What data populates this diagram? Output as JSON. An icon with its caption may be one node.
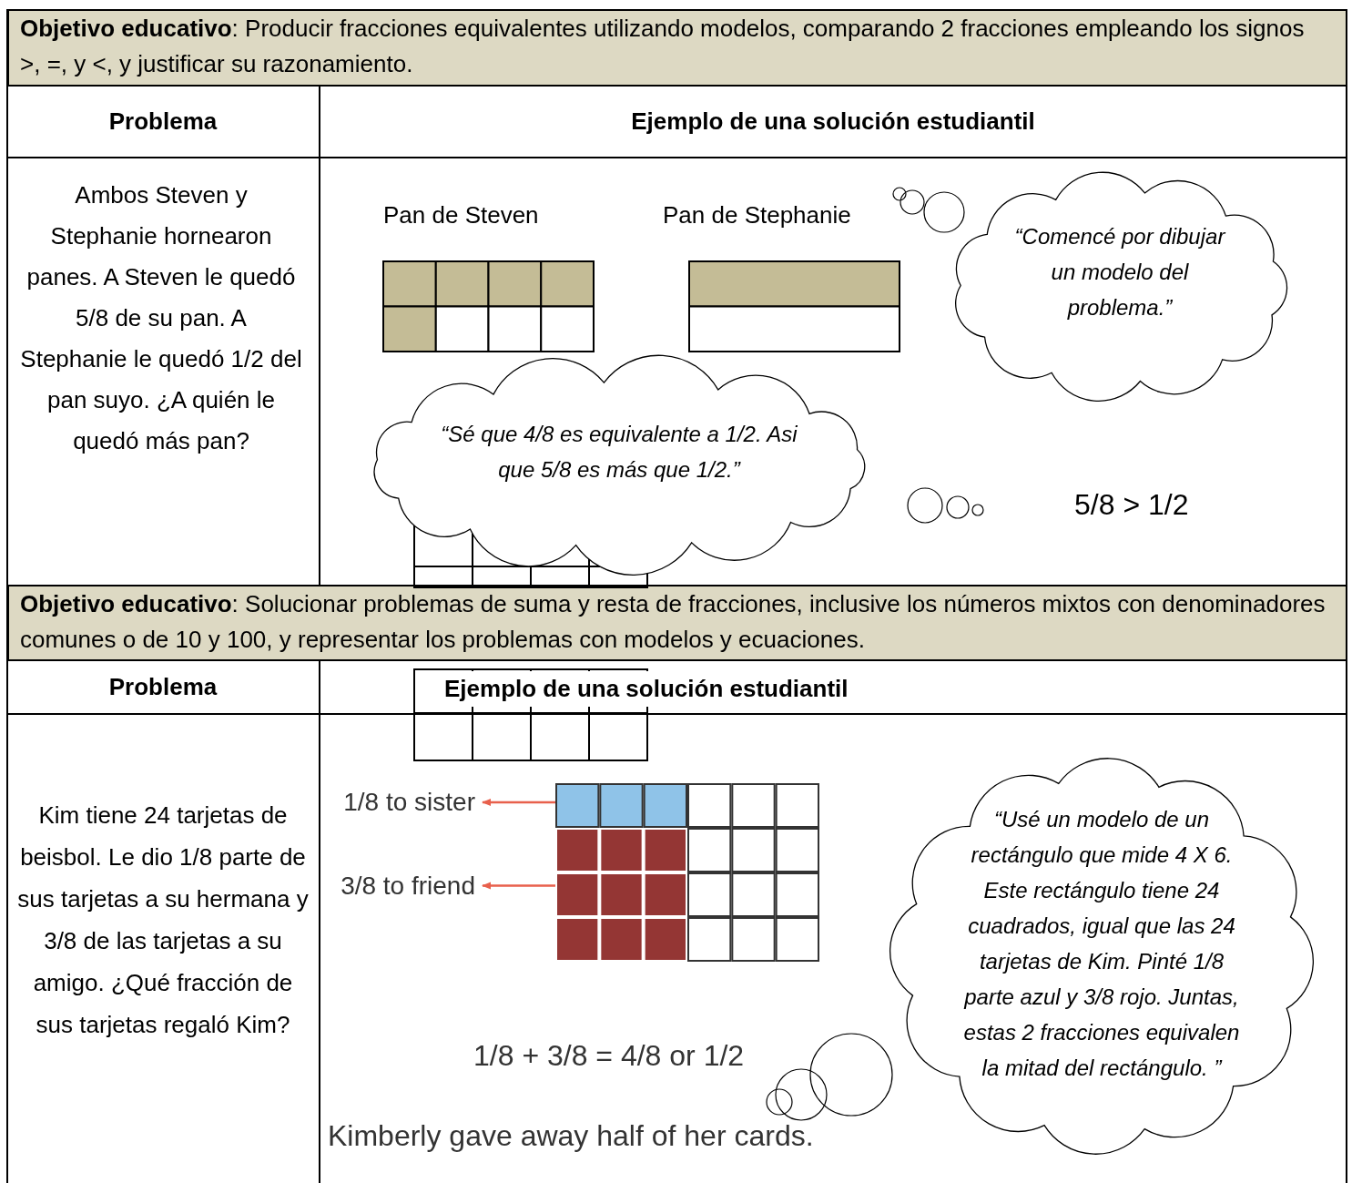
{
  "diagram": {
    "nodes": [
      {
        "text": [
          "“Comencé por dibujar un modelo del problema.”"
        ]
      },
      {
        "text": [
          "“Sé que 4/8 es equivalente a 1/2.  Asi que 5/8 es más que 1/2.”"
        ]
      },
      {
        "text": [
          "1/8 to sister"
        ]
      },
      {
        "text": [
          "3/8 to friend"
        ]
      },
      {
        "text": [],
        "shape": "grid"
      },
      {
        "text": [
          "“Usé un modelo de un rectángulo que mide 4 X 6. Este rectángulo tiene 24 cuadrados, igual que las 24 tarjetas de Kim. Pinté 1/8 parte azul y 3/8 rojo. Juntas, estas 2 fracciones equivalen la mitad del rectángulo. ”"
        ]
      }
    ],
    "edges": [
      {
        "from": 4,
        "to": 2,
        "arrow": "to",
        "color": "#e8604c"
      },
      {
        "from": 4,
        "to": 3,
        "arrow": "to",
        "color": "#e8604c"
      }
    ],
    "labels": [
      "**Objetivo educativo**: Producir fracciones equivalentes utilizando modelos, comparando 2 fracciones empleando los signos  >, =, y <, y justificar su razonamiento.",
      "Problema",
      "Ejemplo de una solución estudiantil",
      "Ambos Steven y Stephanie hornearon panes. A Steven le quedó 5/8 de su pan.  A Stephanie le quedó 1/2 del pan suyo. ¿A quién le quedó más pan?",
      "Pan de Steven",
      "Pan de Stephanie",
      "5/8 > 1/2",
      "**Objetivo educativo**: Solucionar problemas de suma y resta de fracciones, inclusive los números mixtos con denominadores comunes o de 10 y 100, y representar los problemas con modelos y ecuaciones.",
      "Problema",
      "Ejemplo de una solución estudiantil",
      "Kim tiene 24 tarjetas de beisbol. Le dio 1/8 parte de sus tarjetas a su hermana y 3/8 de las tarjetas a su amigo. ¿Qué fracción de sus tarjetas regaló Kim?",
      "1/8 + 3/8 = 4/8 or 1/2",
      "Kimberly gave away half of her cards."
    ]
  }
}
